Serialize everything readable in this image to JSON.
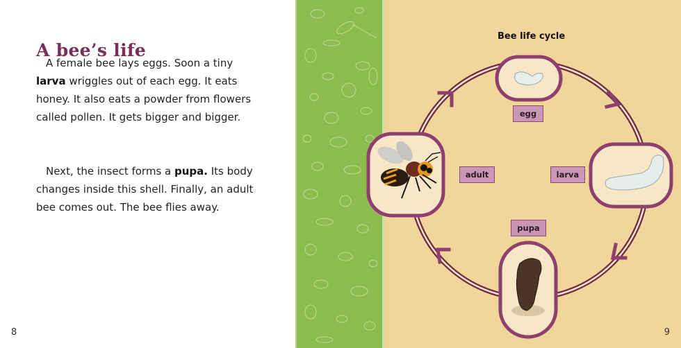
{
  "left_page": {
    "title": "A bee’s life",
    "paragraph1": {
      "line1": "A female bee lays eggs. Soon a tiny",
      "bold1": "larva",
      "line2_rest": " wriggles out of each egg. It eats",
      "line3": "honey. It also eats a powder from flowers",
      "line4": "called pollen. It gets bigger and bigger."
    },
    "paragraph2": {
      "line1_start": "Next, the insect forms a ",
      "bold1": "pupa.",
      "line1_end": " Its body",
      "line2": "changes inside this shell. Finally, an adult",
      "line3": "bee comes out. The bee flies away."
    },
    "page_number": "8"
  },
  "right_page": {
    "diagram_title": "Bee life cycle",
    "stages": [
      {
        "id": "egg",
        "label": "egg",
        "icon": "egg-icon"
      },
      {
        "id": "larva",
        "label": "larva",
        "icon": "larva-icon"
      },
      {
        "id": "pupa",
        "label": "pupa",
        "icon": "pupa-icon"
      },
      {
        "id": "adult",
        "label": "adult",
        "icon": "bee-icon"
      }
    ],
    "page_number": "9"
  },
  "colors": {
    "title": "#7a2f57",
    "frame": "#8e3f6e",
    "label_bg": "#c996b6",
    "right_bg": "#f2d599",
    "strip_green": "#8cbb4e",
    "circle_line": "#6b2a4a"
  }
}
